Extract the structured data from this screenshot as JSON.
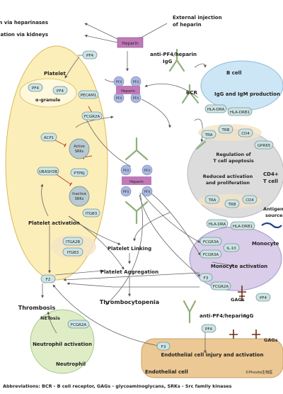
{
  "labels": {
    "elim_heparinases": "Elimination via heparinases",
    "elim_kidneys": "Elimination via kidneys",
    "external_injection": "External injection",
    "of_heparin": "of heparin",
    "heparin": "Heparin",
    "anti_pf4_ab_line1": "anti-PF4/heparin",
    "anti_pf4_ab_line2": "IgG",
    "b_cell": "B cell",
    "igg_igm": "IgG and IgM production",
    "bcr": "BCR",
    "platelet": "Platelet",
    "alpha_granule": "α-granule",
    "pf4": "PF4",
    "pecam1": "PECAM1",
    "fcgr2a": "FCGR2A",
    "acp1": "ACP1",
    "active_srks_1": "Active",
    "active_srks_2": "SRKs",
    "ptprj": "PTPRJ",
    "ubash3b": "UBASH3B",
    "inactive_srks_1": "Inactive",
    "inactive_srks_2": "SRKs",
    "itgb3": "ITGB3",
    "itga2b": "ITGA2B",
    "platelet_activation": "Platelet activation",
    "hla_dra": "HLA-DRA",
    "hla_drb1": "HLA-DRB1",
    "tra": "TRA",
    "trb": "TRB",
    "cd4": "CD4",
    "gpr65": "GPR65",
    "reg_t_apop_1": "Regulation of",
    "reg_t_apop_2": "T cell apoptosis",
    "reduced_act_1": "Reduced activation",
    "reduced_act_2": "and proliferation",
    "cd4_t_cell_1": "CD4+",
    "cd4_t_cell_2": "T cell",
    "antigen_source_1": "Antigen",
    "antigen_source_2": "source",
    "fcgr3a": "FCGR3A",
    "il10": "IL-10",
    "monocyte": "Monocyte",
    "monocyte_activation": "Monocyte activation",
    "f3": "F3",
    "gags": "GAGs",
    "platelet_linking": "Platelet Linking",
    "platelet_aggregation": "Platelet Aggregation",
    "thrombocytopenia": "Thrombocytopenia",
    "thrombosis": "Thrombosis",
    "netosis": "NETosis",
    "neutrophil_activation": "Neutrophil activation",
    "neutrophil": "Neutrophil",
    "endothelial_injury": "Endothelial cell injury and activation",
    "endothelial_cell": "Endothelial cell",
    "watermark": "©Phosite生物医",
    "abbreviations": "Abbreviations: BCR - B cell receptor, GAGs - glycoaminoglycans, SRKs - Src family kinases"
  },
  "colors": {
    "platelet_fill": "#fbeeb9",
    "platelet_stroke": "#d9b95b",
    "bcell_fill": "#cde6f5",
    "tcell_fill": "#dcdcdc",
    "monocyte_fill": "#d9cdea",
    "neutrophil_fill": "#dfedc6",
    "endothelial_fill": "#ecc894",
    "pill_fill": "#cfe3e3",
    "heparin_fill": "#c07ab8",
    "pf4_fill": "#aab8e0",
    "antibody": "#8fb07a",
    "inhibit": "#c0392b"
  }
}
